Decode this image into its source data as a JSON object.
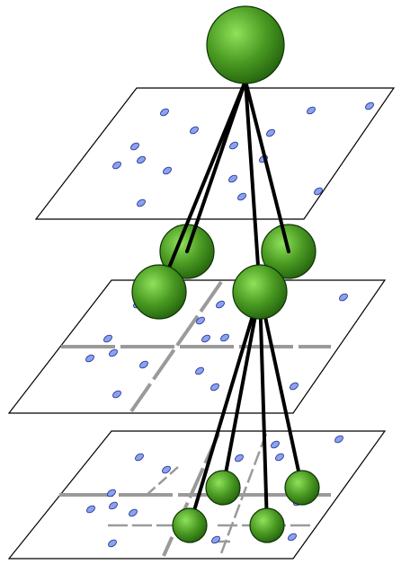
{
  "colors": {
    "background": "#ffffff",
    "plane_fill": "#ffffff",
    "plane_stroke": "#000000",
    "point_fill": "#8aa2f0",
    "point_stroke": "#1d2f8c",
    "grid_line": "#9a9a9a",
    "edge": "#000000",
    "node_light": "#8fe25a",
    "node_mid": "#4a9a22",
    "node_dark": "#23620e",
    "node_stroke": "#0e3206"
  },
  "diagram": {
    "levels": 3,
    "levels_structure": [
      {
        "name": "top",
        "grid": "none",
        "spheres": 1
      },
      {
        "name": "middle",
        "grid": "2x2",
        "spheres": 4
      },
      {
        "name": "bottom",
        "grid": "4x4",
        "spheres": 4
      }
    ]
  }
}
